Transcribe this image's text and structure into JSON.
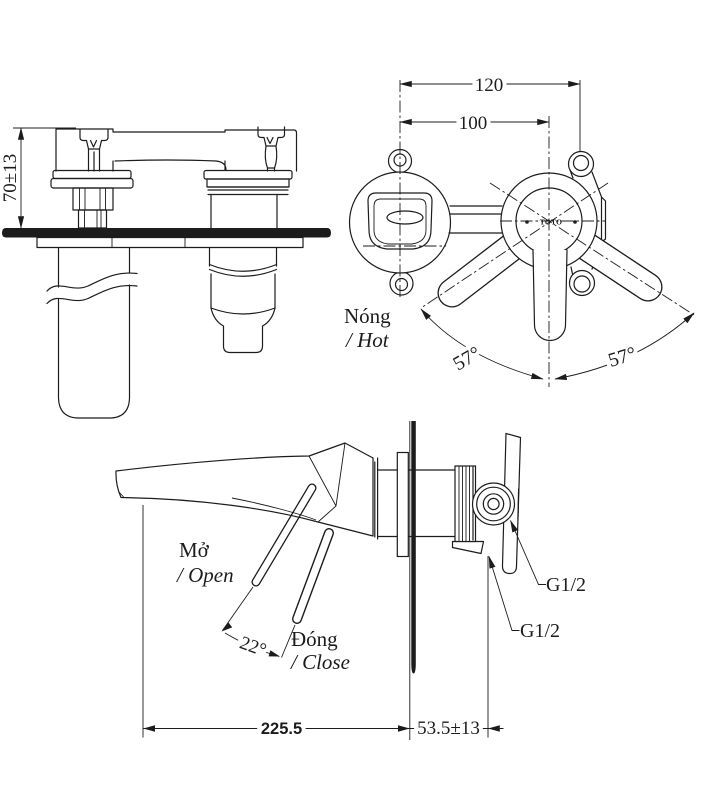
{
  "drawing": {
    "background_color": "#ffffff",
    "line_color": "#1c1c1c",
    "brand_logo": "TOTO",
    "top_left_view": {
      "height_dim": "70±13"
    },
    "front_view": {
      "overall_width_dim": "120",
      "hole_centers_dim": "100",
      "hot_label_vi": "Nóng",
      "hot_label_en": "/ Hot",
      "left_swing_angle": "57°",
      "right_swing_angle": "57°"
    },
    "side_view": {
      "open_label_vi": "Mở",
      "open_label_en": "/ Open",
      "close_label_vi": "Đóng",
      "close_label_en": "/ Close",
      "handle_angle": "22°",
      "inlet_thread": "G1/2",
      "outlet_thread": "G1/2",
      "spout_length_dim": "225.5",
      "wall_depth_dim": "53.5±13"
    }
  }
}
